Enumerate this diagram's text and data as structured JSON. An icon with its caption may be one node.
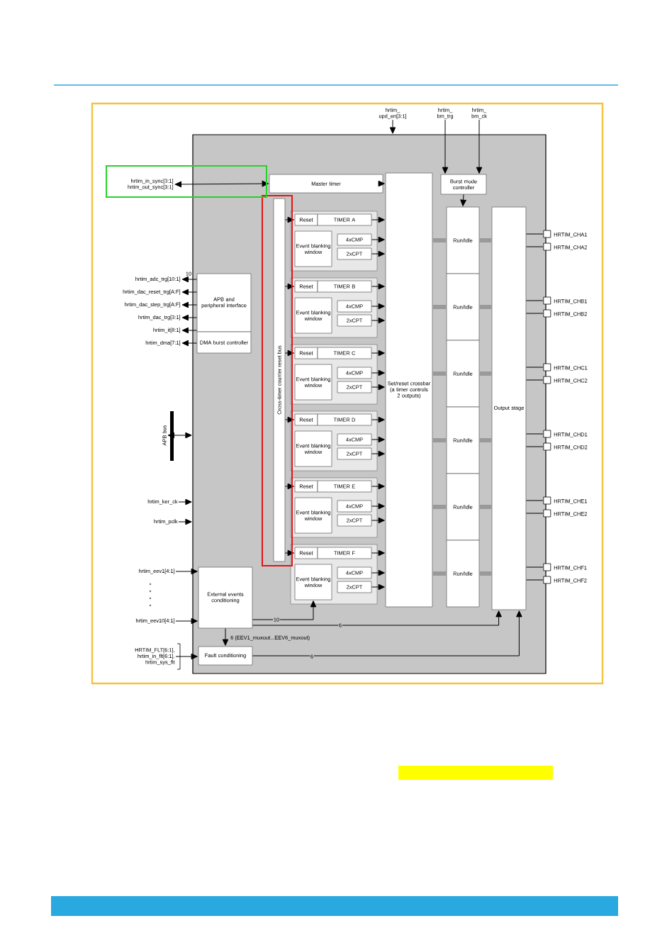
{
  "diagram": {
    "nodes": [
      {
        "text": [],
        "shape": "box"
      },
      {
        "text": [
          "hrtim_in_sync[3:1]",
          "hrtim_out_sync[3:1]"
        ]
      },
      {
        "text": [
          "hrtim_ upd_en[3:1]"
        ]
      },
      {
        "text": [
          "hrtim_ bm_trg"
        ]
      },
      {
        "text": [
          "hrtim_ bm_ck"
        ]
      },
      {
        "text": [
          "Master timer"
        ],
        "in": 0
      },
      {
        "text": [
          "Burst mode controller"
        ],
        "in": 0
      },
      {
        "text": [
          "APB and peripheral interface"
        ],
        "in": 0
      },
      {
        "text": [
          "DMA burst controller"
        ],
        "in": 0
      },
      {
        "text": [
          "Cross-timer counter reset bus"
        ],
        "in": 0
      },
      {
        "text": [
          "Reset"
        ],
        "in": 0
      },
      {
        "text": [
          "TIMER A"
        ],
        "in": 0
      },
      {
        "text": [
          "4xCMP"
        ],
        "in": 0
      },
      {
        "text": [
          "2xCPT"
        ],
        "in": 0
      },
      {
        "text": [
          "Event blanking window"
        ],
        "in": 0
      },
      {
        "text": [
          "Reset"
        ],
        "in": 0
      },
      {
        "text": [
          "TIMER B"
        ],
        "in": 0
      },
      {
        "text": [
          "4xCMP"
        ],
        "in": 0
      },
      {
        "text": [
          "2xCPT"
        ],
        "in": 0
      },
      {
        "text": [
          "Event blanking window"
        ],
        "in": 0
      },
      {
        "text": [
          "Reset"
        ],
        "in": 0
      },
      {
        "text": [
          "TIMER C"
        ],
        "in": 0
      },
      {
        "text": [
          "4xCMP"
        ],
        "in": 0
      },
      {
        "text": [
          "2xCPT"
        ],
        "in": 0
      },
      {
        "text": [
          "Event blanking window"
        ],
        "in": 0
      },
      {
        "text": [
          "Reset"
        ],
        "in": 0
      },
      {
        "text": [
          "TIMER D"
        ],
        "in": 0
      },
      {
        "text": [
          "4xCMP"
        ],
        "in": 0
      },
      {
        "text": [
          "2xCPT"
        ],
        "in": 0
      },
      {
        "text": [
          "Event blanking window"
        ],
        "in": 0
      },
      {
        "text": [
          "Reset"
        ],
        "in": 0
      },
      {
        "text": [
          "TIMER E"
        ],
        "in": 0
      },
      {
        "text": [
          "4xCMP"
        ],
        "in": 0
      },
      {
        "text": [
          "2xCPT"
        ],
        "in": 0
      },
      {
        "text": [
          "Event blanking window"
        ],
        "in": 0
      },
      {
        "text": [
          "Reset"
        ],
        "in": 0
      },
      {
        "text": [
          "TIMER F"
        ],
        "in": 0
      },
      {
        "text": [
          "4xCMP"
        ],
        "in": 0
      },
      {
        "text": [
          "2xCPT"
        ],
        "in": 0
      },
      {
        "text": [
          "Event blanking window"
        ],
        "in": 0
      },
      {
        "text": [
          "Set/reset crossbar (a timer controls 2 outputs)"
        ],
        "in": 0
      },
      {
        "text": [
          "Run/Idle"
        ],
        "in": 0
      },
      {
        "text": [
          "Run/Idle"
        ],
        "in": 0
      },
      {
        "text": [
          "Run/Idle"
        ],
        "in": 0
      },
      {
        "text": [
          "Run/Idle"
        ],
        "in": 0
      },
      {
        "text": [
          "Run/Idle"
        ],
        "in": 0
      },
      {
        "text": [
          "Run/Idle"
        ],
        "in": 0
      },
      {
        "text": [
          "Output stage"
        ],
        "in": 0
      },
      {
        "text": [
          "External events conditioning"
        ],
        "in": 0
      },
      {
        "text": [
          "Fault conditioning"
        ],
        "in": 0
      },
      {
        "text": [
          "hrtim_adc_trg[10:1]"
        ]
      },
      {
        "text": [
          "hrtim_dac_reset_trg[A:F]"
        ]
      },
      {
        "text": [
          "hrtim_dac_step_trg[A:F]"
        ]
      },
      {
        "text": [
          "hrtim_dac_trg[3:1]"
        ]
      },
      {
        "text": [
          "hrtim_it[8:1]"
        ]
      },
      {
        "text": [
          "hrtim_dma[7:1]"
        ]
      },
      {
        "text": [
          "APB bus"
        ]
      },
      {
        "text": [
          "hrtim_ker_ck"
        ]
      },
      {
        "text": [
          "hrtim_pclk"
        ]
      },
      {
        "text": [
          "hrtim_eev1[4:1]"
        ]
      },
      {
        "text": [
          "hrtim_eev10[4:1]"
        ]
      },
      {
        "text": [
          "HRTIM_FLT[6:1],",
          "hrtim_in_flt[6:1],",
          "hrtim_sys_flt"
        ]
      },
      {
        "text": [
          "HRTIM_CHA1"
        ]
      },
      {
        "text": [
          "HRTIM_CHA2"
        ]
      },
      {
        "text": [
          "HRTIM_CHB1"
        ]
      },
      {
        "text": [
          "HRTIM_CHB2"
        ]
      },
      {
        "text": [
          "HRTIM_CHC1"
        ]
      },
      {
        "text": [
          "HRTIM_CHC2"
        ]
      },
      {
        "text": [
          "HRTIM_CHD1"
        ]
      },
      {
        "text": [
          "HRTIM_CHD2"
        ]
      },
      {
        "text": [
          "HRTIM_CHE1"
        ]
      },
      {
        "text": [
          "HRTIM_CHE2"
        ]
      },
      {
        "text": [
          "HRTIM_CHF1"
        ]
      },
      {
        "text": [
          "HRTIM_CHF2"
        ]
      }
    ],
    "edges": [
      {
        "from": 1,
        "to": 5,
        "arrow": "both"
      },
      {
        "from": 2,
        "to": 0,
        "arrow": "to"
      },
      {
        "from": 3,
        "to": 6,
        "arrow": "to"
      },
      {
        "from": 4,
        "to": 6,
        "arrow": "to"
      },
      {
        "from": 6,
        "to": 41,
        "arrow": "to"
      },
      {
        "from": 5,
        "to": 40,
        "arrow": "to"
      },
      {
        "from": 7,
        "to": 50,
        "arrow": "to",
        "label": "10"
      },
      {
        "from": 7,
        "to": 51,
        "arrow": "to"
      },
      {
        "from": 7,
        "to": 52,
        "arrow": "to"
      },
      {
        "from": 7,
        "to": 53,
        "arrow": "to"
      },
      {
        "from": 7,
        "to": 54,
        "arrow": "to"
      },
      {
        "from": 8,
        "to": 55,
        "arrow": "to"
      },
      {
        "from": 56,
        "to": 0,
        "arrow": "both"
      },
      {
        "from": 57,
        "to": 0,
        "arrow": "to"
      },
      {
        "from": 58,
        "to": 0,
        "arrow": "to"
      },
      {
        "from": 59,
        "to": 48,
        "arrow": "to"
      },
      {
        "from": 60,
        "to": 48,
        "arrow": "to"
      },
      {
        "from": 61,
        "to": 49,
        "arrow": "to"
      },
      {
        "from": 48,
        "to": 49,
        "arrow": "to",
        "label": "6 (EEV1_muxout...EEV6_muxout)"
      },
      {
        "from": 48,
        "to": 39,
        "arrow": "to",
        "label": "10"
      },
      {
        "from": 48,
        "to": 47,
        "arrow": "to",
        "label": "6"
      },
      {
        "from": 49,
        "to": 47,
        "arrow": "to",
        "label": "6"
      },
      {
        "from": 9,
        "to": 10,
        "arrow": "to"
      },
      {
        "from": 11,
        "to": 40,
        "arrow": "to"
      },
      {
        "from": 12,
        "to": 40,
        "arrow": "to"
      },
      {
        "from": 13,
        "to": 40,
        "arrow": "to"
      },
      {
        "from": 9,
        "to": 15,
        "arrow": "to"
      },
      {
        "from": 16,
        "to": 40,
        "arrow": "to"
      },
      {
        "from": 17,
        "to": 40,
        "arrow": "to"
      },
      {
        "from": 18,
        "to": 40,
        "arrow": "to"
      },
      {
        "from": 9,
        "to": 20,
        "arrow": "to"
      },
      {
        "from": 21,
        "to": 40,
        "arrow": "to"
      },
      {
        "from": 22,
        "to": 40,
        "arrow": "to"
      },
      {
        "from": 23,
        "to": 40,
        "arrow": "to"
      },
      {
        "from": 9,
        "to": 25,
        "arrow": "to"
      },
      {
        "from": 26,
        "to": 40,
        "arrow": "to"
      },
      {
        "from": 27,
        "to": 40,
        "arrow": "to"
      },
      {
        "from": 28,
        "to": 40,
        "arrow": "to"
      },
      {
        "from": 9,
        "to": 30,
        "arrow": "to"
      },
      {
        "from": 31,
        "to": 40,
        "arrow": "to"
      },
      {
        "from": 32,
        "to": 40,
        "arrow": "to"
      },
      {
        "from": 33,
        "to": 40,
        "arrow": "to"
      },
      {
        "from": 9,
        "to": 35,
        "arrow": "to"
      },
      {
        "from": 36,
        "to": 40,
        "arrow": "to"
      },
      {
        "from": 37,
        "to": 40,
        "arrow": "to"
      },
      {
        "from": 38,
        "to": 40,
        "arrow": "to"
      },
      {
        "from": 40,
        "to": 41,
        "arrow": "none",
        "style": "thick",
        "color": "#9a9a9a"
      },
      {
        "from": 40,
        "to": 42,
        "arrow": "none",
        "style": "thick",
        "color": "#9a9a9a"
      },
      {
        "from": 40,
        "to": 43,
        "arrow": "none",
        "style": "thick",
        "color": "#9a9a9a"
      },
      {
        "from": 40,
        "to": 44,
        "arrow": "none",
        "style": "thick",
        "color": "#9a9a9a"
      },
      {
        "from": 40,
        "to": 45,
        "arrow": "none",
        "style": "thick",
        "color": "#9a9a9a"
      },
      {
        "from": 40,
        "to": 46,
        "arrow": "none",
        "style": "thick",
        "color": "#9a9a9a"
      },
      {
        "from": 41,
        "to": 47,
        "arrow": "none",
        "style": "thick",
        "color": "#9a9a9a"
      },
      {
        "from": 42,
        "to": 47,
        "arrow": "none",
        "style": "thick",
        "color": "#9a9a9a"
      },
      {
        "from": 43,
        "to": 47,
        "arrow": "none",
        "style": "thick",
        "color": "#9a9a9a"
      },
      {
        "from": 44,
        "to": 47,
        "arrow": "none",
        "style": "thick",
        "color": "#9a9a9a"
      },
      {
        "from": 45,
        "to": 47,
        "arrow": "none",
        "style": "thick",
        "color": "#9a9a9a"
      },
      {
        "from": 46,
        "to": 47,
        "arrow": "none",
        "style": "thick",
        "color": "#9a9a9a"
      },
      {
        "from": 47,
        "to": 62,
        "arrow": "none"
      },
      {
        "from": 47,
        "to": 63,
        "arrow": "none"
      },
      {
        "from": 47,
        "to": 64,
        "arrow": "none"
      },
      {
        "from": 47,
        "to": 65,
        "arrow": "none"
      },
      {
        "from": 47,
        "to": 66,
        "arrow": "none"
      },
      {
        "from": 47,
        "to": 67,
        "arrow": "none"
      },
      {
        "from": 47,
        "to": 68,
        "arrow": "none"
      },
      {
        "from": 47,
        "to": 69,
        "arrow": "none"
      },
      {
        "from": 47,
        "to": 70,
        "arrow": "none"
      },
      {
        "from": 47,
        "to": 71,
        "arrow": "none"
      },
      {
        "from": 47,
        "to": 72,
        "arrow": "none"
      },
      {
        "from": 47,
        "to": 73,
        "arrow": "none"
      }
    ]
  }
}
